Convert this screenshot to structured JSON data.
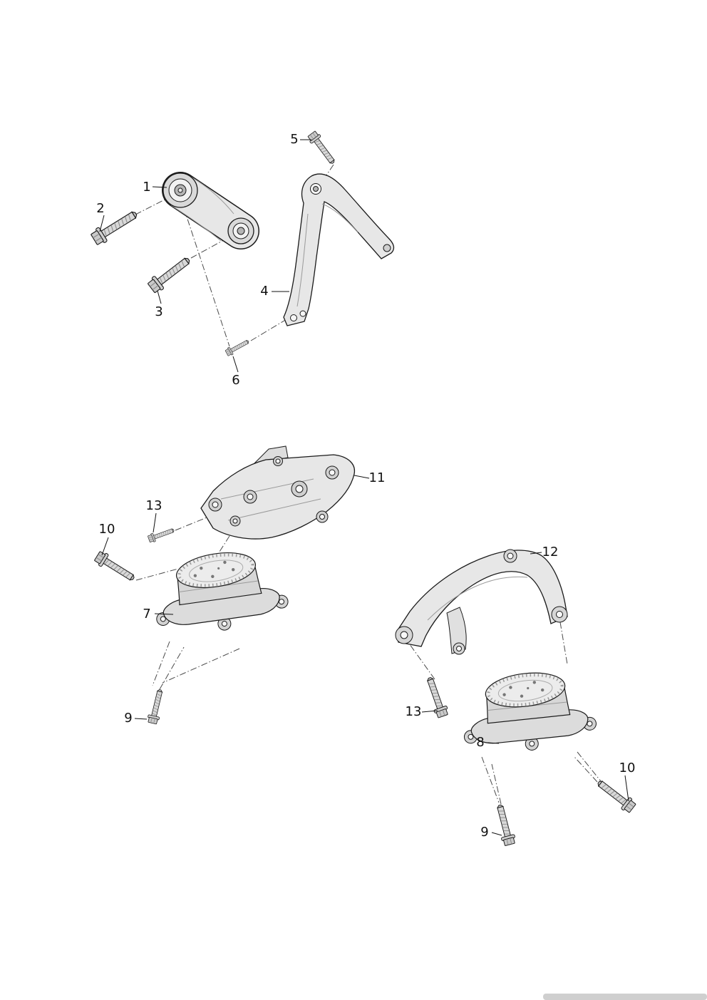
{
  "colors": {
    "background": "#ffffff",
    "outline": "#1a1a1a",
    "part_fill": "#e7e7e7",
    "leader_line": "#4a4a4a"
  },
  "callouts": [
    {
      "label": "5"
    },
    {
      "label": "1"
    },
    {
      "label": "2"
    },
    {
      "label": "4"
    },
    {
      "label": "3"
    },
    {
      "label": "6"
    },
    {
      "label": "11"
    },
    {
      "label": "13"
    },
    {
      "label": "10"
    },
    {
      "label": "12"
    },
    {
      "label": "7"
    },
    {
      "label": "13"
    },
    {
      "label": "9"
    },
    {
      "label": "8"
    },
    {
      "label": "10"
    },
    {
      "label": "9"
    }
  ]
}
